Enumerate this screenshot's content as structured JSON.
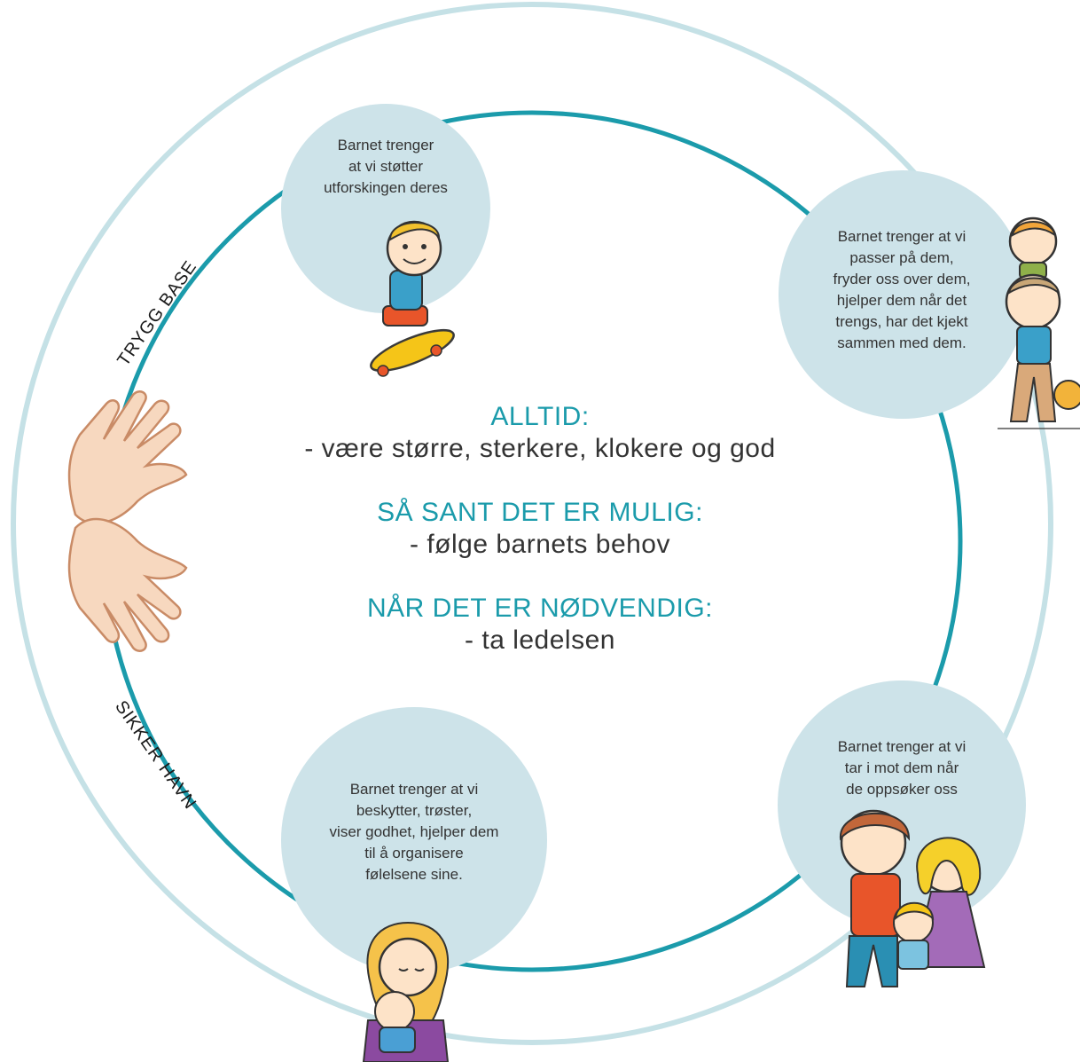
{
  "center": {
    "heading1": "ALLTID:",
    "text1": "- være større, sterkere, klokere og god",
    "heading2": "SÅ SANT DET ER MULIG:",
    "text2": "- følge barnets behov",
    "heading3": "NÅR DET ER NØDVENDIG:",
    "text3": "- ta ledelsen"
  },
  "labels": {
    "trygg_base": "TRYGG BASE",
    "sikker_havn": "SIKKER HAVN"
  },
  "bubbles": {
    "top": [
      "Barnet trenger",
      "at vi støtter",
      "utforskingen deres"
    ],
    "right": [
      "Barnet trenger at vi",
      "passer på dem,",
      "fryder oss over dem,",
      "hjelper dem når det",
      "trengs, har det kjekt",
      "sammen med dem."
    ],
    "bottom_right": [
      "Barnet trenger at vi",
      "tar i mot dem når",
      "de oppsøker oss"
    ],
    "bottom_left": [
      "Barnet trenger at vi",
      "beskytter, trøster,",
      "viser godhet, hjelper dem",
      "til å organisere",
      "følelsene sine."
    ]
  },
  "colors": {
    "teal": "#1b9bab",
    "outer_ring": "#c5e1e6",
    "bubble": "#cde3e9"
  }
}
